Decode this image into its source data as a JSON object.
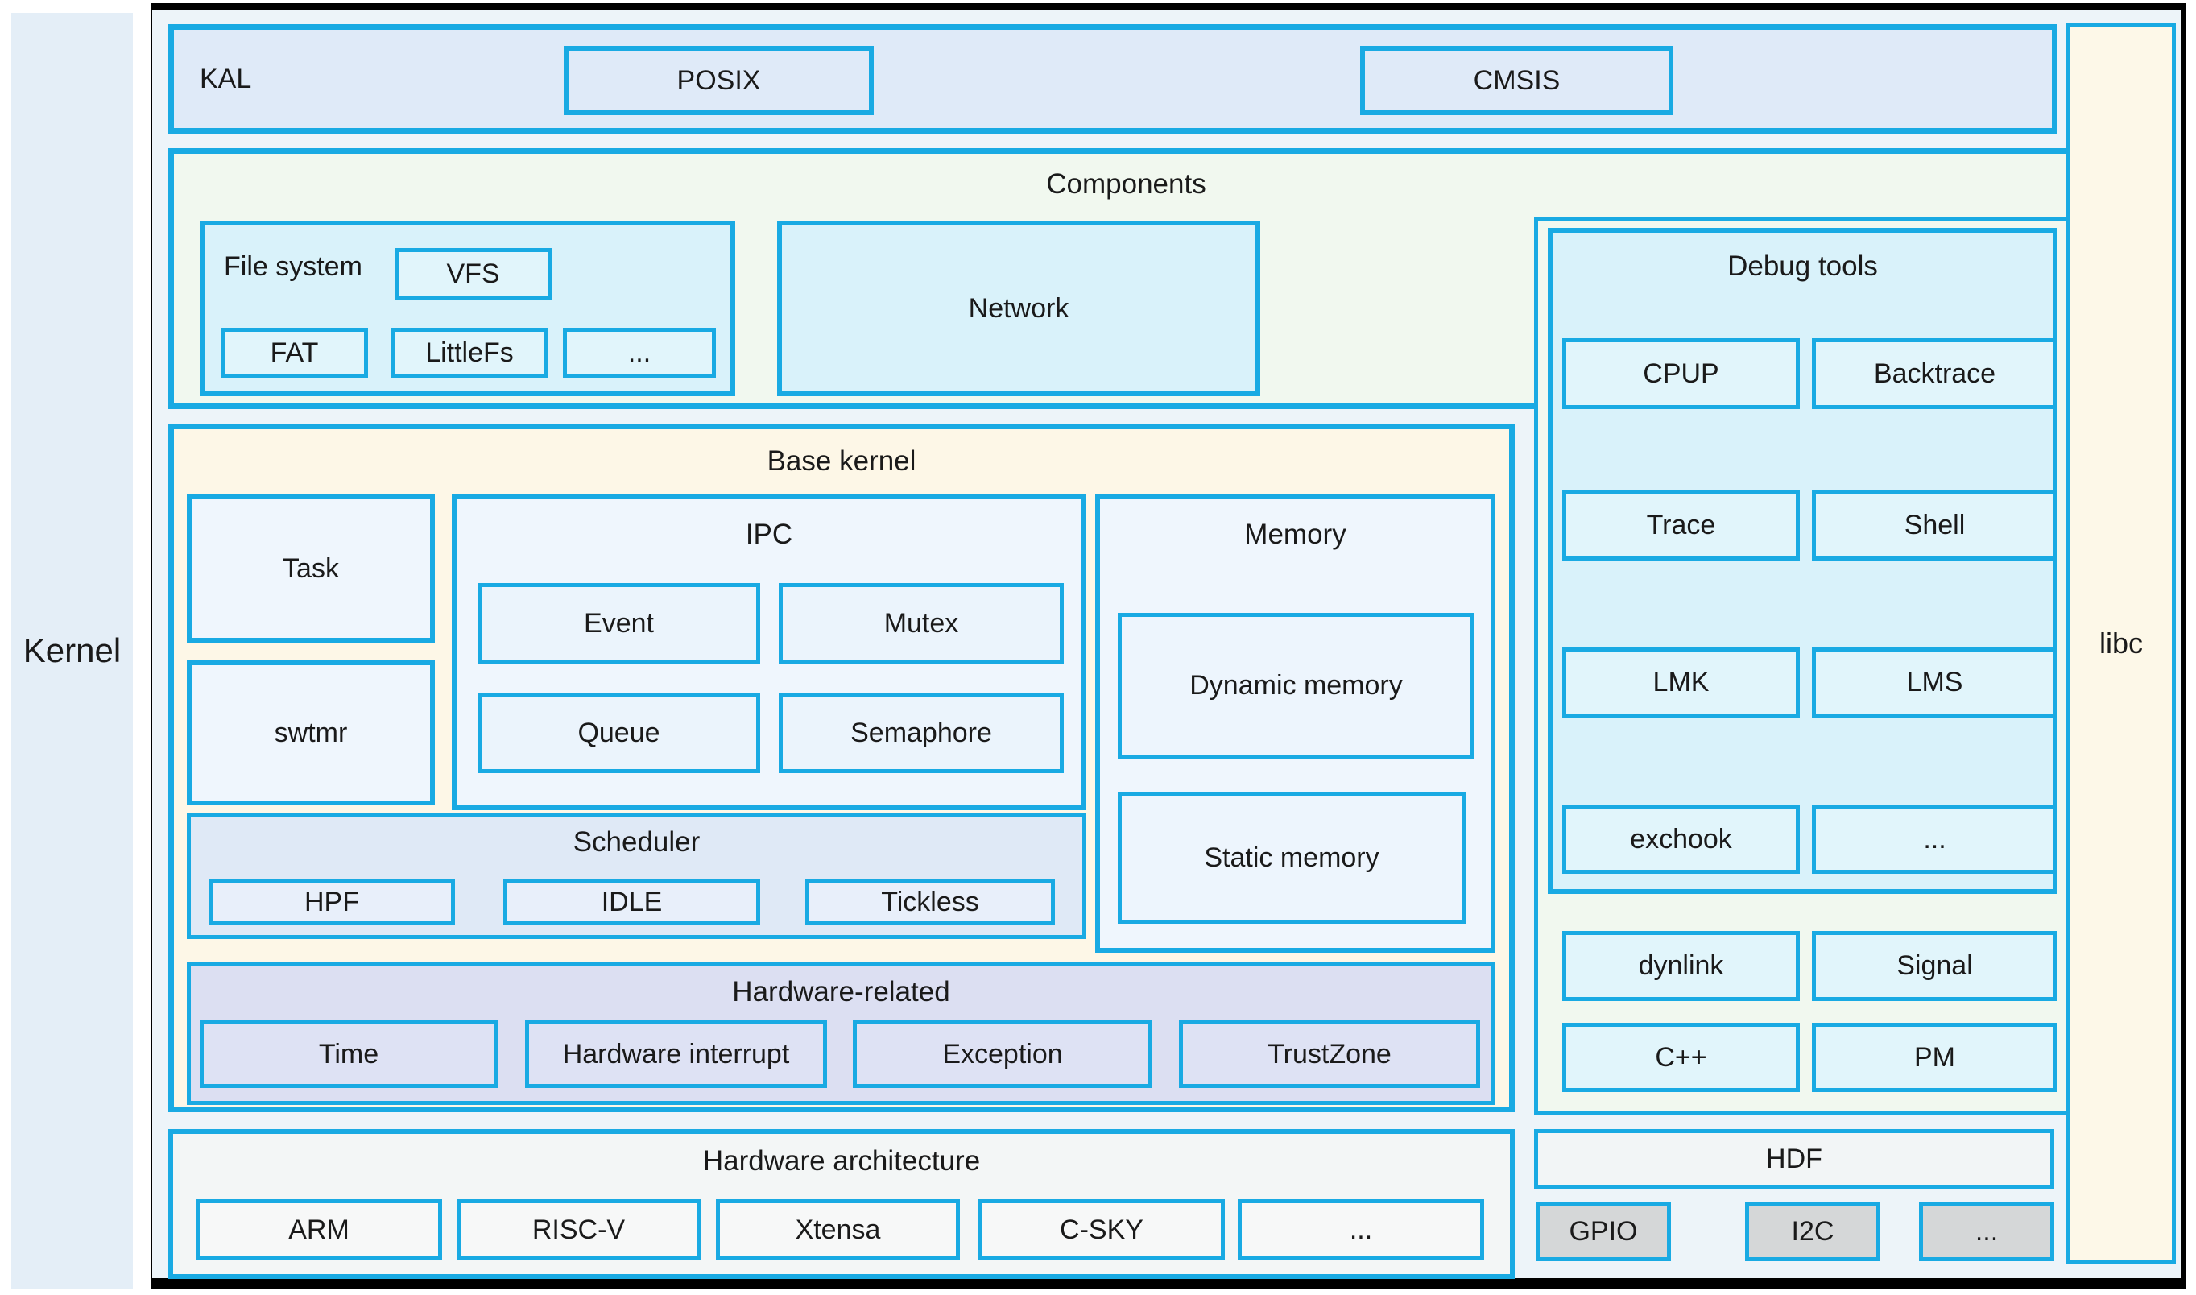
{
  "colors": {
    "accent_border": "#19aae3",
    "outer_frame": "#000000",
    "kernel_rail_fill": "#e4eef7",
    "canvas_fill": "#edf4f9",
    "kal_fill": "#dfeaf8",
    "components_fill": "#f1f8ef",
    "cyan_box_fill": "#d9f2fa",
    "cyan_inner_fill": "#e1f5fb",
    "base_kernel_fill": "#fdf7e7",
    "kernel_module_fill": "#eff6fd",
    "kernel_inner_fill": "#ebf4fc",
    "scheduler_fill": "#dfe9f6",
    "scheduler_inner_fill": "#e8effa",
    "hardware_related_fill": "#dcdff2",
    "hardware_related_inner_fill": "#dee2f4",
    "hardware_arch_fill": "#f3f6f6",
    "hardware_arch_inner_fill": "#f7f8f8",
    "hdf_fill": "#f2f5f6",
    "hdf_inner_fill": "#d5d7d8",
    "libc_fill": "#fdf8e8"
  },
  "left_rail": {
    "label": "Kernel"
  },
  "libc": {
    "label": "libc"
  },
  "kal": {
    "label": "KAL",
    "posix": "POSIX",
    "cmsis": "CMSIS"
  },
  "components": {
    "title": "Components",
    "file_system": {
      "title": "File system",
      "vfs": "VFS",
      "items": [
        "FAT",
        "LittleFs",
        "..."
      ]
    },
    "network": "Network"
  },
  "debug_tools": {
    "title": "Debug tools",
    "rows": [
      [
        "CPUP",
        "Backtrace"
      ],
      [
        "Trace",
        "Shell"
      ],
      [
        "LMK",
        "LMS"
      ],
      [
        "exchook",
        "..."
      ]
    ],
    "extra_rows": [
      [
        "dynlink",
        "Signal"
      ],
      [
        "C++",
        "PM"
      ]
    ]
  },
  "base_kernel": {
    "title": "Base kernel",
    "task": "Task",
    "swtmr": "swtmr",
    "ipc": {
      "title": "IPC",
      "items": [
        "Event",
        "Mutex",
        "Queue",
        "Semaphore"
      ]
    },
    "memory": {
      "title": "Memory",
      "items": [
        "Dynamic memory",
        "Static memory"
      ]
    },
    "scheduler": {
      "title": "Scheduler",
      "items": [
        "HPF",
        "IDLE",
        "Tickless"
      ]
    },
    "hardware_related": {
      "title": "Hardware-related",
      "items": [
        "Time",
        "Hardware interrupt",
        "Exception",
        "TrustZone"
      ]
    }
  },
  "hardware_architecture": {
    "title": "Hardware architecture",
    "items": [
      "ARM",
      "RISC-V",
      "Xtensa",
      "C-SKY",
      "..."
    ]
  },
  "hdf": {
    "title": "HDF",
    "items": [
      "GPIO",
      "I2C",
      "..."
    ]
  }
}
